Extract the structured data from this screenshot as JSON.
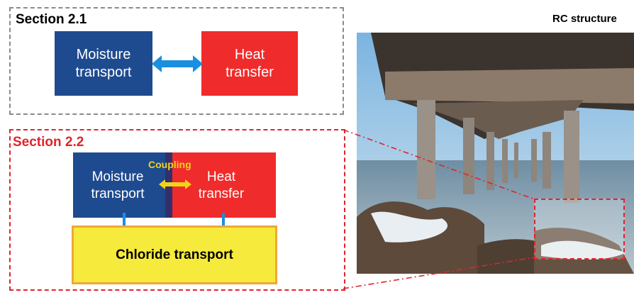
{
  "section1": {
    "title": "Section 2.1",
    "left_box": [
      "Moisture",
      "transport"
    ],
    "right_box": [
      "Heat",
      "transfer"
    ]
  },
  "section2": {
    "title": "Section 2.2",
    "coupling_label": "Coupling",
    "left_box": [
      "Moisture",
      "transport"
    ],
    "right_box": [
      "Heat",
      "transfer"
    ],
    "bottom_box": "Chloride transport"
  },
  "photo": {
    "label": "RC structure"
  },
  "colors": {
    "blue": "#1e4b8f",
    "red": "#f02b2b",
    "yellow": "#f6ea3c",
    "arrow": "#1a8fe0",
    "coupling": "#f2d21a",
    "frame_gray": "#8a8a8a",
    "frame_red": "#e0242b"
  }
}
